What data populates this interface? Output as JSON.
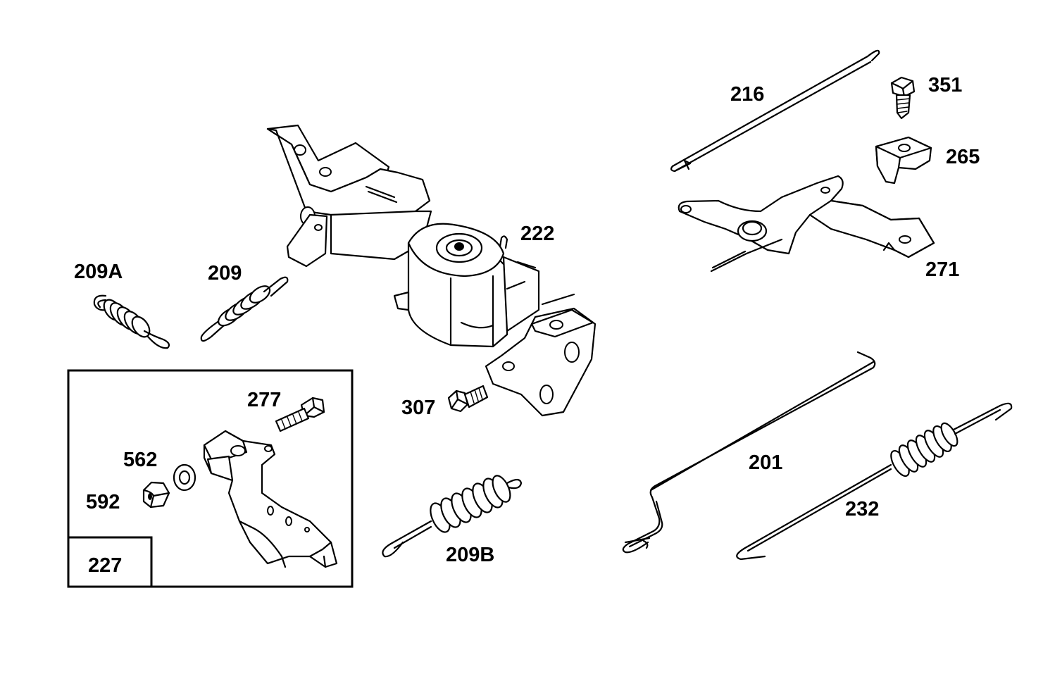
{
  "diagram": {
    "labels": {
      "p201": "201",
      "p209": "209",
      "p209a": "209A",
      "p209b": "209B",
      "p216": "216",
      "p222": "222",
      "p227": "227",
      "p232": "232",
      "p265": "265",
      "p271": "271",
      "p277": "277",
      "p307": "307",
      "p351": "351",
      "p562": "562",
      "p592": "592"
    }
  }
}
